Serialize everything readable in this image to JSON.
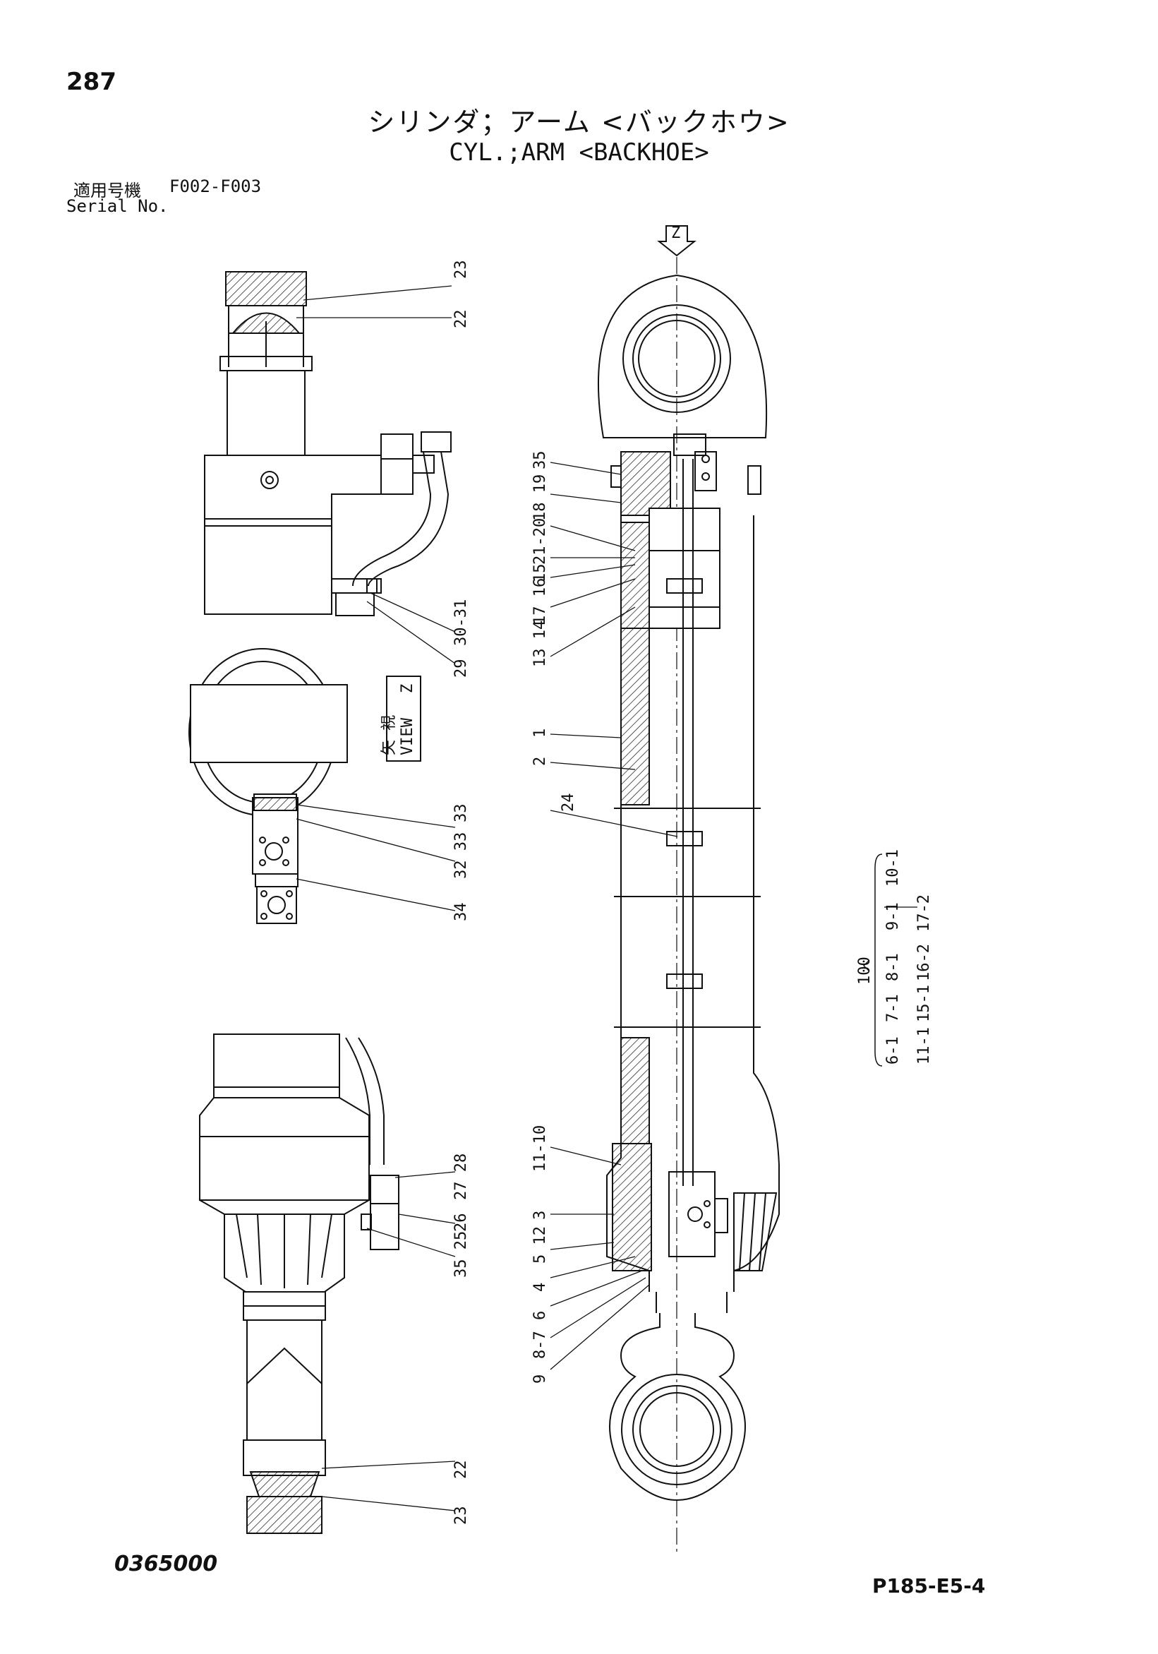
{
  "page_number": "287",
  "title_jp": "シリンダ；アーム <バックホウ>",
  "title_en": "CYL.;ARM <BACKHOE>",
  "serial_label_jp": "適用号機",
  "serial_range": "F002-F003",
  "serial_label_en": "Serial No.",
  "view_label": {
    "jp": "矢 視",
    "en": "VIEW",
    "letter": "Z"
  },
  "view_marker": "Z",
  "callouts": {
    "top_view": [
      "23",
      "22",
      "30-31",
      "29"
    ],
    "end_view": [
      "33",
      "32 33",
      "34"
    ],
    "head_view": [
      "27 28",
      "26",
      "35 25",
      "22",
      "23"
    ],
    "main_view": [
      "35",
      "18 19",
      "21-20",
      "15",
      "17 16",
      "13 14",
      "1",
      "2",
      "24",
      "11-10",
      "3",
      "5 12",
      "4",
      "6",
      "8-7",
      "9"
    ]
  },
  "kit": {
    "number": "100",
    "row1": [
      "6-1",
      "7-1",
      "8-1",
      "9-1",
      "10-1"
    ],
    "row2": [
      "11-1",
      "15-1",
      "16-2",
      "17-2"
    ]
  },
  "drawing_number": "0365000",
  "reference_code": "P185-E5-4"
}
